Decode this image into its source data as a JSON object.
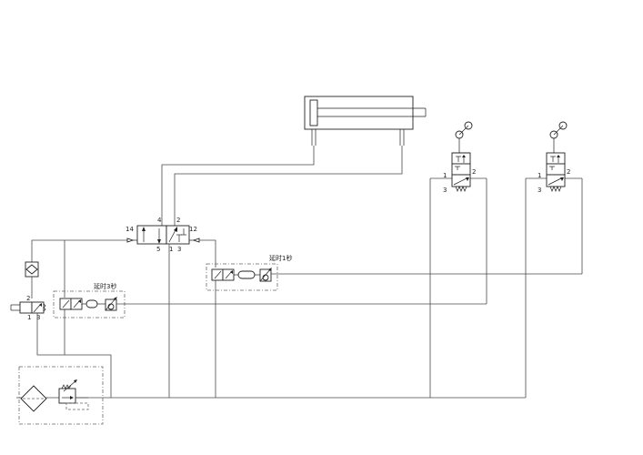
{
  "valve_main": {
    "port_14": "14",
    "port_12": "12",
    "port_4": "4",
    "port_2": "2",
    "port_5": "5",
    "port_1": "1",
    "port_3": "3"
  },
  "manual_valve": {
    "port_2": "2",
    "port_1": "1",
    "port_3": "3"
  },
  "roller_valve_a": {
    "port_2": "2",
    "port_1": "1",
    "port_3": "3"
  },
  "roller_valve_b": {
    "port_2": "2",
    "port_1": "1",
    "port_3": "3"
  },
  "delay_a": {
    "label": "延时3秒"
  },
  "delay_b": {
    "label": "延时1秒"
  }
}
